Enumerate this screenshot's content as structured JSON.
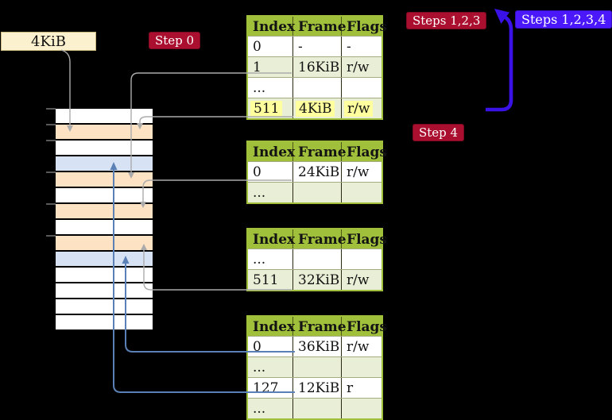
{
  "title_note": "4-level page table translation diagram on transparent (black) background",
  "mem_label": {
    "text": "4KiB"
  },
  "badges": {
    "step0": "Step 0",
    "steps123": "Steps 1,2,3",
    "steps1234": "Steps 1,2,3,4",
    "step4": "Step 4"
  },
  "page_tables": [
    {
      "name": "level-4-table",
      "headers": [
        "Index",
        "Frame",
        "Flags"
      ],
      "rows": [
        {
          "cells": [
            "0",
            "-",
            "-"
          ],
          "shade": false,
          "highlight": false
        },
        {
          "cells": [
            "1",
            "16KiB",
            "r/w"
          ],
          "shade": true,
          "highlight": false
        },
        {
          "cells": [
            "...",
            "",
            ""
          ],
          "shade": false,
          "highlight": false
        },
        {
          "cells": [
            "511",
            "4KiB",
            "r/w"
          ],
          "shade": true,
          "highlight": true
        }
      ]
    },
    {
      "name": "level-3-table",
      "headers": [
        "Index",
        "Frame",
        "Flags"
      ],
      "rows": [
        {
          "cells": [
            "0",
            "24KiB",
            "r/w"
          ],
          "shade": false,
          "highlight": false
        },
        {
          "cells": [
            "...",
            "",
            ""
          ],
          "shade": true,
          "highlight": false
        }
      ]
    },
    {
      "name": "level-2-table",
      "headers": [
        "Index",
        "Frame",
        "Flags"
      ],
      "rows": [
        {
          "cells": [
            "...",
            "",
            ""
          ],
          "shade": false,
          "highlight": false
        },
        {
          "cells": [
            "511",
            "32KiB",
            "r/w"
          ],
          "shade": true,
          "highlight": false
        }
      ]
    },
    {
      "name": "level-1-table",
      "headers": [
        "Index",
        "Frame",
        "Flags"
      ],
      "rows": [
        {
          "cells": [
            "0",
            "36KiB",
            "r/w"
          ],
          "shade": false,
          "highlight": false
        },
        {
          "cells": [
            "...",
            "",
            ""
          ],
          "shade": true,
          "highlight": false
        },
        {
          "cells": [
            "127",
            "12KiB",
            "r"
          ],
          "shade": false,
          "highlight": false
        },
        {
          "cells": [
            "...",
            "",
            ""
          ],
          "shade": true,
          "highlight": false
        }
      ]
    }
  ],
  "memory_column": {
    "rows": [
      "white",
      "orange",
      "white",
      "blue",
      "orange",
      "white",
      "orange",
      "white",
      "orange",
      "blue",
      "white",
      "white",
      "white",
      "white"
    ]
  },
  "connections": [
    "4KiB label -> frame row 2 (orange)",
    "table1 index 1 -> frame row 5 (orange)",
    "table1 index 511 -> frame row 2 (orange)",
    "table2 index 0 -> frame row 7 (orange)",
    "table3 index 511 -> frame row 9 (orange)",
    "table4 index 0 -> frame row 10 (blue)",
    "table4 index 127 -> frame row 4 (blue)",
    "loop arrow -> Steps 1,2,3 badge"
  ],
  "colors": {
    "background": "#000000",
    "cream_box": "#fcf1cf",
    "badge_red": "#ab0f2f",
    "badge_blue": "#4a18fa",
    "table_green": "#a0bf3a",
    "table_row_green": "#e9efd6",
    "highlight_yellow": "#ffff9e",
    "frame_orange": "#fde2c4",
    "frame_blue": "#d7e3f5",
    "arrow_gray": "#ababab",
    "arrow_steelblue": "#5b80b5",
    "arrow_indigo": "#3a12e8"
  }
}
